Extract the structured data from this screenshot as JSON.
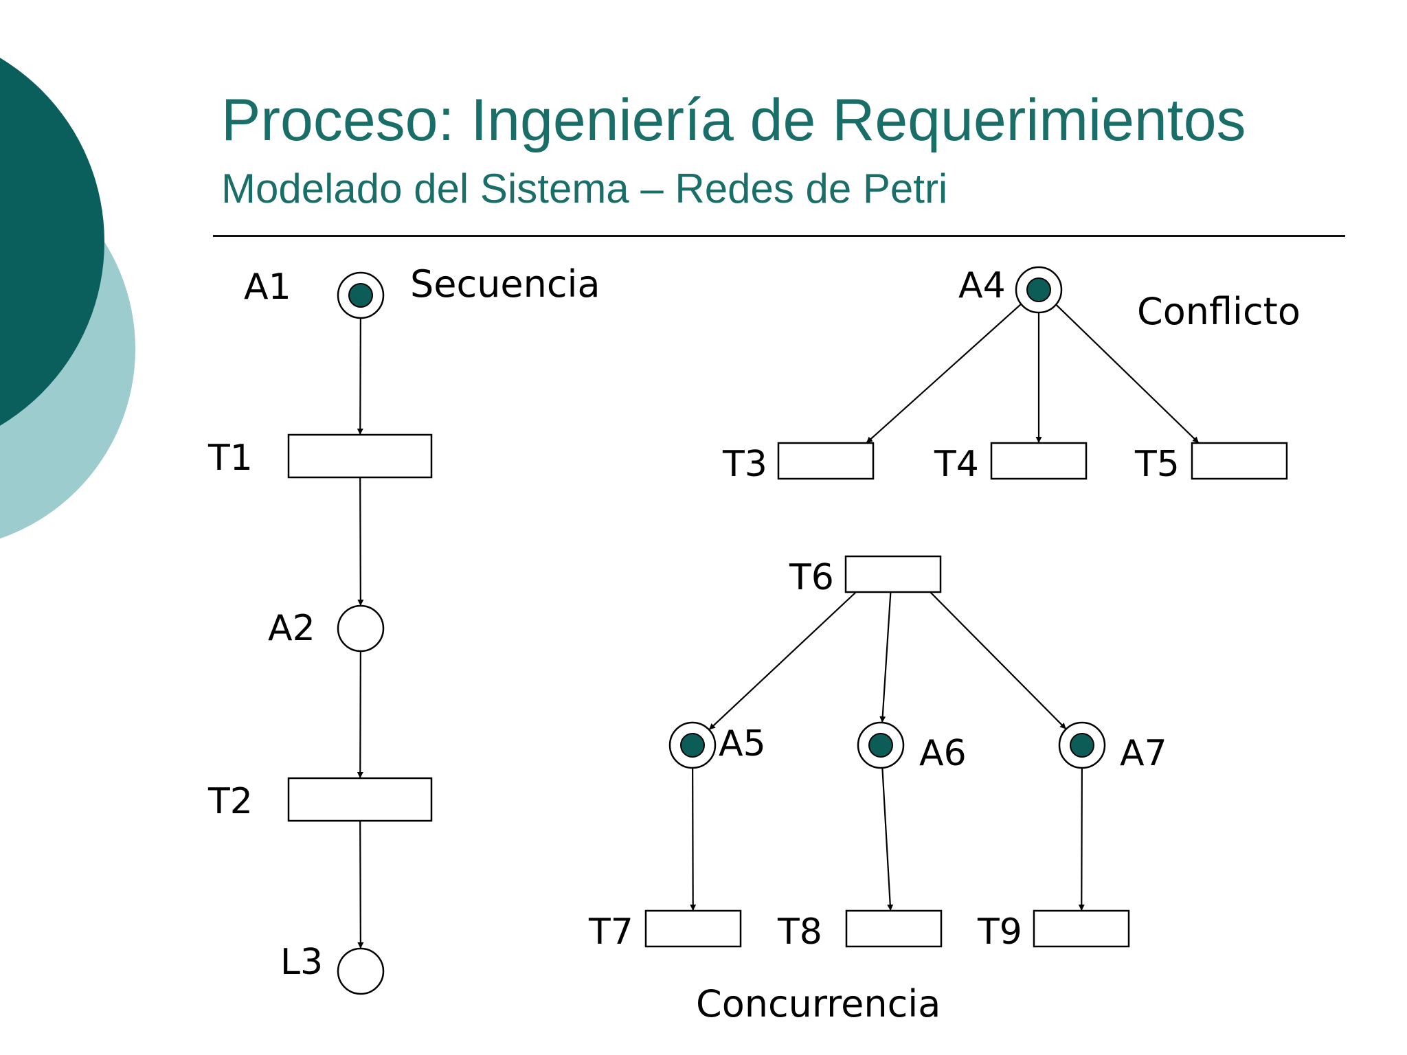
{
  "slide": {
    "title": "Proceso: Ingeniería de Requerimientos",
    "subtitle": "Modelado del Sistema – Redes de Petri"
  },
  "colors": {
    "title": "#1a6e68",
    "dark_circle": "#0a5f5c",
    "light_circle": "#9ccccd",
    "token": "#0c5c58"
  },
  "diagram": {
    "sections": {
      "secuencia": "Secuencia",
      "conflicto": "Conflicto",
      "concurrencia": "Concurrencia"
    },
    "places": [
      {
        "id": "A1",
        "label": "A1",
        "token": true
      },
      {
        "id": "A2",
        "label": "A2",
        "token": false
      },
      {
        "id": "L3",
        "label": "L3",
        "token": false
      },
      {
        "id": "A4",
        "label": "A4",
        "token": true
      },
      {
        "id": "A5",
        "label": "A5",
        "token": true
      },
      {
        "id": "A6",
        "label": "A6",
        "token": true
      },
      {
        "id": "A7",
        "label": "A7",
        "token": true
      }
    ],
    "transitions": [
      {
        "id": "T1",
        "label": "T1"
      },
      {
        "id": "T2",
        "label": "T2"
      },
      {
        "id": "T3",
        "label": "T3"
      },
      {
        "id": "T4",
        "label": "T4"
      },
      {
        "id": "T5",
        "label": "T5"
      },
      {
        "id": "T6",
        "label": "T6"
      },
      {
        "id": "T7",
        "label": "T7"
      },
      {
        "id": "T8",
        "label": "T8"
      },
      {
        "id": "T9",
        "label": "T9"
      }
    ],
    "arcs": [
      {
        "from": "A1",
        "to": "T1"
      },
      {
        "from": "T1",
        "to": "A2"
      },
      {
        "from": "A2",
        "to": "T2"
      },
      {
        "from": "T2",
        "to": "L3"
      },
      {
        "from": "A4",
        "to": "T3"
      },
      {
        "from": "A4",
        "to": "T4"
      },
      {
        "from": "A4",
        "to": "T5"
      },
      {
        "from": "T6",
        "to": "A5"
      },
      {
        "from": "T6",
        "to": "A6"
      },
      {
        "from": "T6",
        "to": "A7"
      },
      {
        "from": "A5",
        "to": "T7"
      },
      {
        "from": "A6",
        "to": "T8"
      },
      {
        "from": "A7",
        "to": "T9"
      }
    ]
  }
}
